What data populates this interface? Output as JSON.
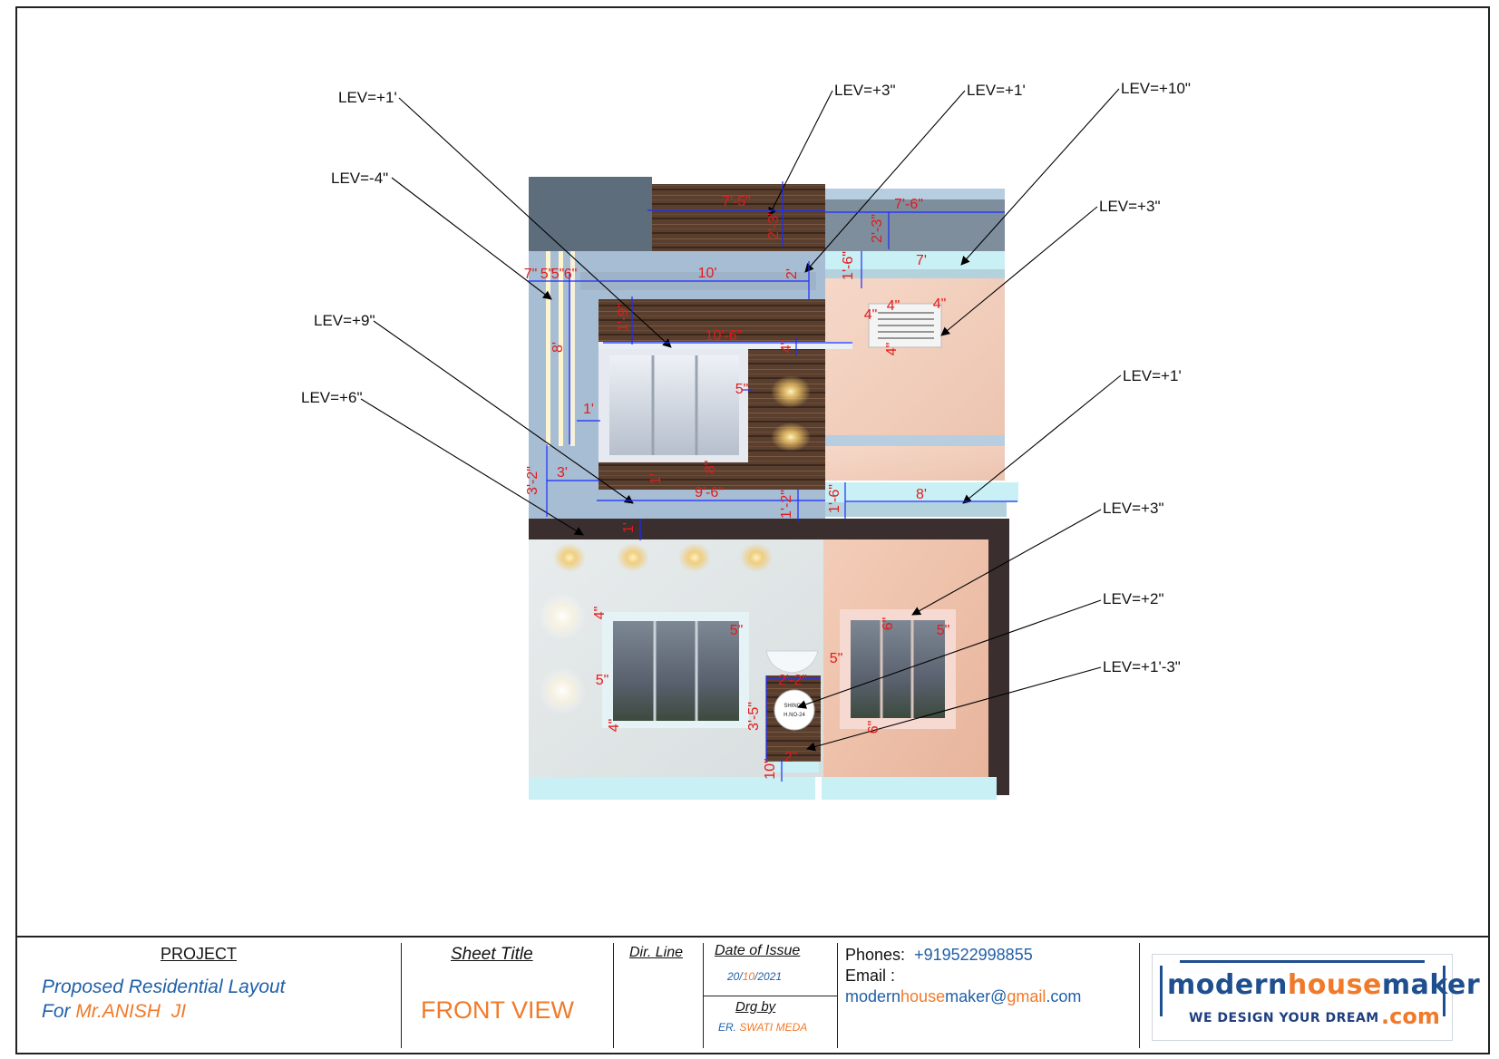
{
  "levels": [
    {
      "id": "lev-1",
      "text": "LEV=+1'"
    },
    {
      "id": "lev-2",
      "text": "LEV=+3\""
    },
    {
      "id": "lev-3",
      "text": "LEV=+1'"
    },
    {
      "id": "lev-4",
      "text": "LEV=+10\""
    },
    {
      "id": "lev-5",
      "text": "LEV=-4\""
    },
    {
      "id": "lev-6",
      "text": "LEV=+3\""
    },
    {
      "id": "lev-7",
      "text": "LEV=+9\""
    },
    {
      "id": "lev-8",
      "text": "LEV=+1'"
    },
    {
      "id": "lev-9",
      "text": "LEV=+6\""
    },
    {
      "id": "lev-10",
      "text": "LEV=+3\""
    },
    {
      "id": "lev-11",
      "text": "LEV=+2\""
    },
    {
      "id": "lev-12",
      "text": "LEV=+1'-3\""
    }
  ],
  "dimensions": [
    {
      "id": "d1",
      "text": "7'-5\""
    },
    {
      "id": "d2",
      "text": "2'-3\""
    },
    {
      "id": "d3",
      "text": "7'-6\""
    },
    {
      "id": "d4",
      "text": "2'-3\""
    },
    {
      "id": "d5",
      "text": "7\""
    },
    {
      "id": "d6",
      "text": "5\""
    },
    {
      "id": "d7",
      "text": "5\""
    },
    {
      "id": "d8",
      "text": "6\""
    },
    {
      "id": "d9",
      "text": "10'"
    },
    {
      "id": "d10",
      "text": "2'"
    },
    {
      "id": "d11",
      "text": "1'-6\""
    },
    {
      "id": "d12",
      "text": "7'"
    },
    {
      "id": "d13",
      "text": "1'-9\""
    },
    {
      "id": "d14",
      "text": "10'-6\""
    },
    {
      "id": "d15",
      "text": "4\""
    },
    {
      "id": "d16",
      "text": "8'"
    },
    {
      "id": "d17",
      "text": "5\""
    },
    {
      "id": "d18",
      "text": "1'"
    },
    {
      "id": "d19",
      "text": "4\""
    },
    {
      "id": "d20",
      "text": "4\""
    },
    {
      "id": "d21",
      "text": "4\""
    },
    {
      "id": "d22",
      "text": "4\""
    },
    {
      "id": "d23",
      "text": "3'-2\""
    },
    {
      "id": "d24",
      "text": "3'"
    },
    {
      "id": "d25",
      "text": "9'-6\""
    },
    {
      "id": "d26",
      "text": "1'"
    },
    {
      "id": "d27",
      "text": "8\""
    },
    {
      "id": "d28",
      "text": "1'-2\""
    },
    {
      "id": "d29",
      "text": "1'-6\""
    },
    {
      "id": "d30",
      "text": "8'"
    },
    {
      "id": "d31",
      "text": "1'"
    },
    {
      "id": "d32",
      "text": "4\""
    },
    {
      "id": "d33",
      "text": "5\""
    },
    {
      "id": "d34",
      "text": "5\""
    },
    {
      "id": "d35",
      "text": "4\""
    },
    {
      "id": "d36",
      "text": "5\""
    },
    {
      "id": "d37",
      "text": "2'-2\""
    },
    {
      "id": "d38",
      "text": "3'-5\""
    },
    {
      "id": "d39",
      "text": "2\""
    },
    {
      "id": "d40",
      "text": "10\""
    },
    {
      "id": "d41",
      "text": "6\""
    },
    {
      "id": "d42",
      "text": "5\""
    },
    {
      "id": "d43",
      "text": "6\""
    }
  ],
  "nameplate": {
    "line1": "SHINGH",
    "line2": "H.NO-24"
  },
  "title_block": {
    "project_heading": "PROJECT",
    "project_line1": "Proposed Residential Layout",
    "project_line2_prefix": "For ",
    "project_line2_name": "Mr.ANISH  JI",
    "sheet_title_heading": "Sheet Title",
    "sheet_title": "FRONT VIEW",
    "dir_line": "Dir. Line",
    "date_heading": "Date of Issue",
    "date_day": "20/",
    "date_month": "10",
    "date_year": "/2021",
    "drg_by_heading": "Drg by",
    "drg_by_prefix": "ER. ",
    "drg_by_name": "SWATI MEDA",
    "phones_label": "Phones:",
    "phones_value": "+919522998855",
    "email_label": "Email :",
    "email_part1": "modern",
    "email_part2": "house",
    "email_part3": "maker@",
    "email_part4": "gmail",
    "email_part5": ".com"
  },
  "logo": {
    "part1": "modern",
    "part2": "house",
    "part3": "maker",
    "tagline": "WE DESIGN YOUR DREAM",
    "tld": ".com"
  },
  "colors": {
    "dimension_red": "#e21b1b",
    "dimension_blue": "#1a2cff",
    "brand_blue": "#1f4f8f",
    "brand_orange": "#f07a2a"
  }
}
